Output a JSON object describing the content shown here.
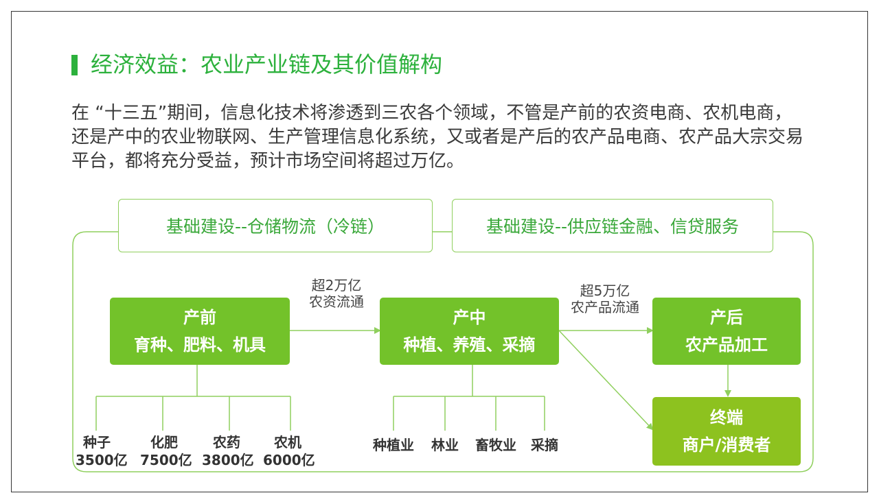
{
  "title": "经济效益：农业产业链及其价值解构",
  "intro": "在 “十三五”期间，信息化技术将渗透到三农各个领域，不管是产前的农资电商、农机电商，还是产中的农业物联网、生产管理信息化系统，又或者是产后的农产品电商、农产品大宗交易平台，都将充分受益，预计市场空间将超过万亿。",
  "infrastructure": [
    "基础建设--仓储物流（冷链）",
    "基础建设--供应链金融、信贷服务"
  ],
  "stages": {
    "pre": {
      "title": "产前",
      "subtitle": "育种、肥料、机具"
    },
    "mid": {
      "title": "产中",
      "subtitle": "种植、养殖、采摘"
    },
    "post": {
      "title": "产后",
      "subtitle": "农产品加工"
    },
    "terminal": {
      "title": "终端",
      "subtitle": "商户/消费者"
    }
  },
  "flows": {
    "pre_to_mid": {
      "line1": "超2万亿",
      "line2": "农资流通"
    },
    "mid_to_post": {
      "line1": "超5万亿",
      "line2": "农产品流通"
    }
  },
  "pre_items": [
    {
      "name": "种子",
      "value": "3500亿"
    },
    {
      "name": "化肥",
      "value": "7500亿"
    },
    {
      "name": "农药",
      "value": "3800亿"
    },
    {
      "name": "农机",
      "value": "6000亿"
    }
  ],
  "mid_items": [
    "种植业",
    "林业",
    "畜牧业",
    "采摘"
  ],
  "colors": {
    "accent": "#2cb13c",
    "stage": "#73c22a",
    "terminal": "#8dc21f",
    "line": "#8fcf5d"
  }
}
